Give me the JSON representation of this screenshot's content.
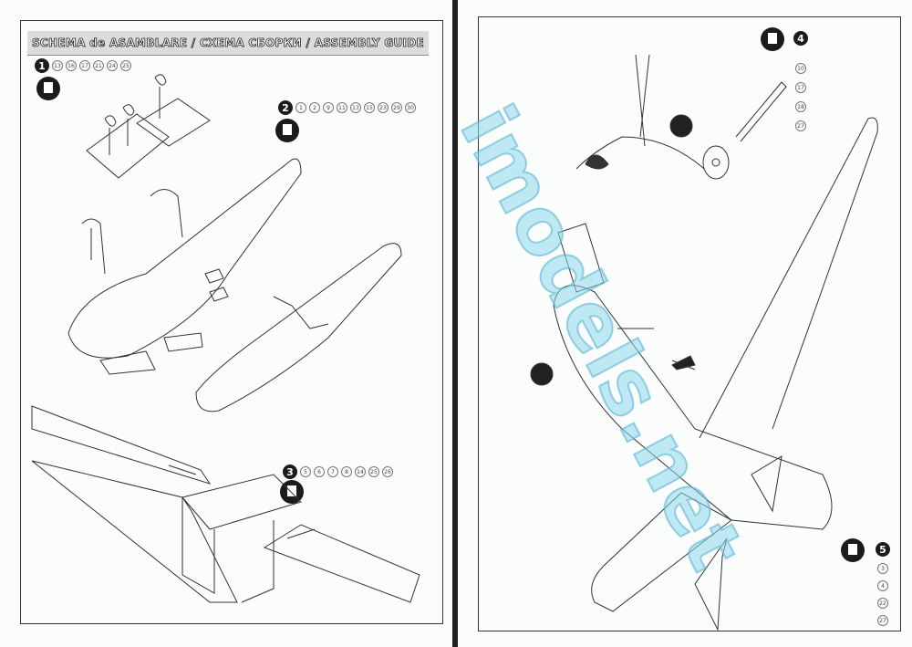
{
  "header": {
    "title": "SCHEMA de ASAMBLARE / СХЕМА СБОРКИ / ASSEMBLY GUIDE"
  },
  "steps": [
    {
      "number": "1",
      "parts": [
        "13",
        "16",
        "17",
        "21",
        "24",
        "25"
      ]
    },
    {
      "number": "2",
      "parts": [
        "1",
        "2",
        "9",
        "11",
        "13",
        "15",
        "23",
        "29",
        "30"
      ]
    },
    {
      "number": "3",
      "parts": [
        "5",
        "6",
        "7",
        "8",
        "14",
        "25",
        "26"
      ]
    },
    {
      "number": "4",
      "parts": [
        "10",
        "17",
        "18",
        "27"
      ]
    },
    {
      "number": "5",
      "parts": [
        "3",
        "4",
        "22",
        "27"
      ]
    }
  ],
  "watermark": "imodels.net"
}
